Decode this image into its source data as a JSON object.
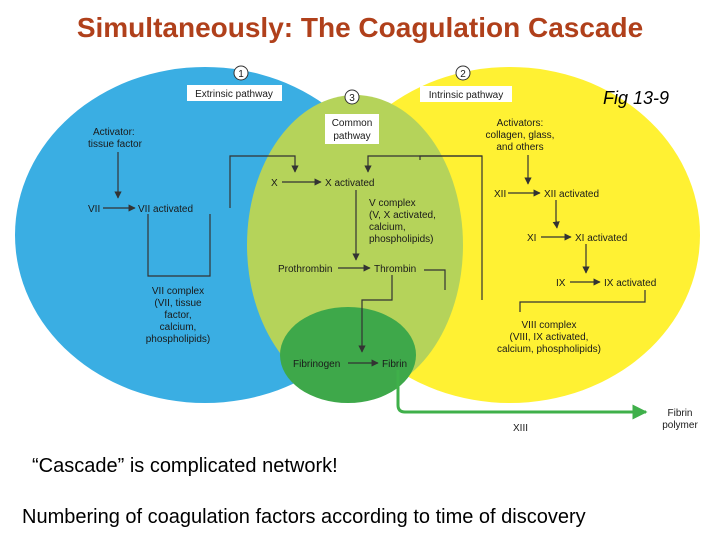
{
  "title": "Simultaneously:  The Coagulation Cascade",
  "figure_label": "Fig 13-9",
  "pathways": {
    "extrinsic": {
      "number": "1",
      "label": "Extrinsic pathway"
    },
    "intrinsic": {
      "number": "2",
      "label": "Intrinsic pathway"
    },
    "common": {
      "number": "3",
      "label_line1": "Common",
      "label_line2": "pathway"
    }
  },
  "extrinsic": {
    "activator_line1": "Activator:",
    "activator_line2": "tissue factor",
    "vii": "VII",
    "vii_activated": "VII activated",
    "complex_lines": [
      "VII complex",
      "(VII, tissue",
      "factor,",
      "calcium,",
      "phospholipids)"
    ]
  },
  "intrinsic": {
    "activator_lines": [
      "Activators:",
      "collagen, glass,",
      "and others"
    ],
    "xii": "XII",
    "xii_activated": "XII activated",
    "xi": "XI",
    "xi_activated": "XI activated",
    "ix": "IX",
    "ix_activated": "IX activated",
    "complex_lines": [
      "VIII complex",
      "(VIII, IX activated,",
      "calcium, phospholipids)"
    ]
  },
  "common": {
    "x": "X",
    "x_activated": "X activated",
    "v_complex_lines": [
      "V complex",
      "(V, X activated,",
      "calcium,",
      "phospholipids)"
    ],
    "prothrombin": "Prothrombin",
    "thrombin": "Thrombin",
    "fibrinogen": "Fibrinogen",
    "fibrin": "Fibrin",
    "xiii": "XIII",
    "fibrin_polymer_line1": "Fibrin",
    "fibrin_polymer_line2": "polymer"
  },
  "notes": {
    "line1": "“Cascade” is complicated network!",
    "line2": "Numbering of coagulation factors according to time of discovery"
  },
  "colors": {
    "title": "#b0401b",
    "extrinsic_fill": "#3aaee3",
    "intrinsic_fill": "#fff133",
    "common_fill": "#b5d35a",
    "fibrin_fill": "#3ea84a",
    "arrow": "#333333",
    "polymer_arrow": "#3fb04a"
  }
}
